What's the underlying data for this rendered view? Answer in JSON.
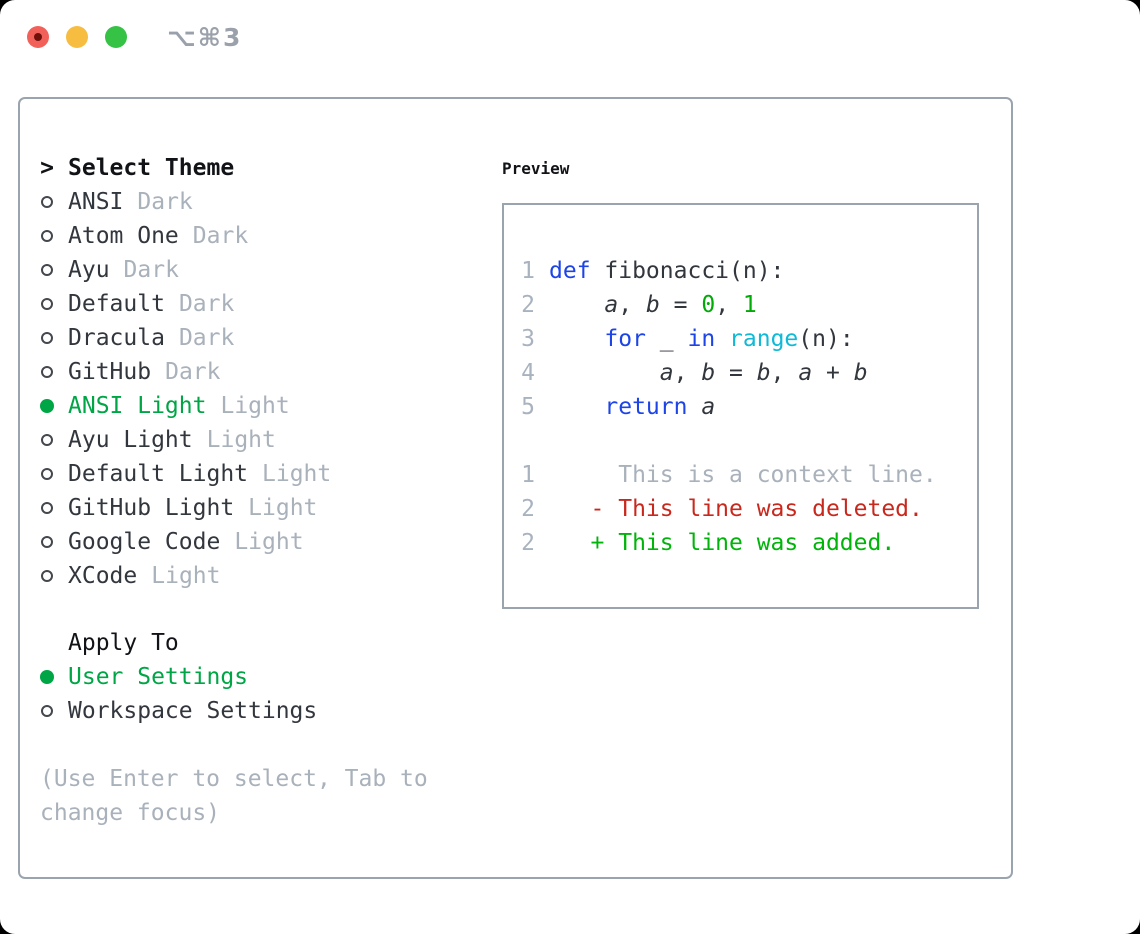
{
  "titlebar": {
    "shortcut": "⌥⌘3"
  },
  "theme_list": {
    "cursor": ">",
    "title": "Select Theme",
    "items": [
      {
        "name": "ANSI",
        "variant": "Dark",
        "selected": false
      },
      {
        "name": "Atom One",
        "variant": "Dark",
        "selected": false
      },
      {
        "name": "Ayu",
        "variant": "Dark",
        "selected": false
      },
      {
        "name": "Default",
        "variant": "Dark",
        "selected": false
      },
      {
        "name": "Dracula",
        "variant": "Dark",
        "selected": false
      },
      {
        "name": "GitHub",
        "variant": "Dark",
        "selected": false
      },
      {
        "name": "ANSI Light",
        "variant": "Light",
        "selected": true
      },
      {
        "name": "Ayu Light",
        "variant": "Light",
        "selected": false
      },
      {
        "name": "Default Light",
        "variant": "Light",
        "selected": false
      },
      {
        "name": "GitHub Light",
        "variant": "Light",
        "selected": false
      },
      {
        "name": "Google Code",
        "variant": "Light",
        "selected": false
      },
      {
        "name": "XCode",
        "variant": "Light",
        "selected": false
      }
    ]
  },
  "apply_to": {
    "title": "Apply To",
    "options": [
      {
        "label": "User Settings",
        "selected": true
      },
      {
        "label": "Workspace Settings",
        "selected": false
      }
    ]
  },
  "hint": "(Use Enter to select, Tab to change focus)",
  "preview": {
    "title": "Preview",
    "code_lines": [
      {
        "num": "1",
        "tokens": [
          {
            "t": "def",
            "c": "kw"
          },
          {
            "t": " fibonacci(n):",
            "c": "pl"
          }
        ]
      },
      {
        "num": "2",
        "tokens": [
          {
            "t": "    ",
            "c": "pl"
          },
          {
            "t": "a",
            "c": "var"
          },
          {
            "t": ", ",
            "c": "pl"
          },
          {
            "t": "b",
            "c": "var"
          },
          {
            "t": " = ",
            "c": "pl"
          },
          {
            "t": "0",
            "c": "num"
          },
          {
            "t": ", ",
            "c": "pl"
          },
          {
            "t": "1",
            "c": "num"
          }
        ]
      },
      {
        "num": "3",
        "tokens": [
          {
            "t": "    ",
            "c": "pl"
          },
          {
            "t": "for",
            "c": "kw"
          },
          {
            "t": " _ ",
            "c": "pl"
          },
          {
            "t": "in",
            "c": "kw"
          },
          {
            "t": " ",
            "c": "pl"
          },
          {
            "t": "range",
            "c": "fn"
          },
          {
            "t": "(n):",
            "c": "pl"
          }
        ]
      },
      {
        "num": "4",
        "tokens": [
          {
            "t": "        ",
            "c": "pl"
          },
          {
            "t": "a",
            "c": "var"
          },
          {
            "t": ", ",
            "c": "pl"
          },
          {
            "t": "b",
            "c": "var"
          },
          {
            "t": " = ",
            "c": "pl"
          },
          {
            "t": "b",
            "c": "var"
          },
          {
            "t": ", ",
            "c": "pl"
          },
          {
            "t": "a",
            "c": "var"
          },
          {
            "t": " + ",
            "c": "pl"
          },
          {
            "t": "b",
            "c": "var"
          }
        ]
      },
      {
        "num": "5",
        "tokens": [
          {
            "t": "    ",
            "c": "pl"
          },
          {
            "t": "return",
            "c": "kw"
          },
          {
            "t": " ",
            "c": "pl"
          },
          {
            "t": "a",
            "c": "var"
          }
        ]
      }
    ],
    "diff_lines": [
      {
        "num": "1",
        "kind": "context",
        "text": "     This is a context line."
      },
      {
        "num": "2",
        "kind": "deleted",
        "text": "   - This line was deleted."
      },
      {
        "num": "2",
        "kind": "added",
        "text": "   + This line was added."
      }
    ]
  },
  "colors": {
    "accent_green": "#00a546",
    "added_green": "#00b40a",
    "deleted_red": "#c9281d",
    "keyword_blue": "#1d44e6",
    "function_cyan": "#10b9d6",
    "number_green": "#00ab06",
    "text_dark": "#32363d",
    "heading_black": "#111317",
    "muted_gray": "#a9b1bb",
    "line_number_gray": "#a9b3bf",
    "panel_border": "#9aa4ae",
    "ring_gray": "#43474e",
    "traffic_red": "#f2605a",
    "traffic_red_dot": "#70100a",
    "traffic_yellow": "#f6bd40",
    "traffic_green": "#35c245",
    "titlebar_gray": "#9aa1ab"
  }
}
